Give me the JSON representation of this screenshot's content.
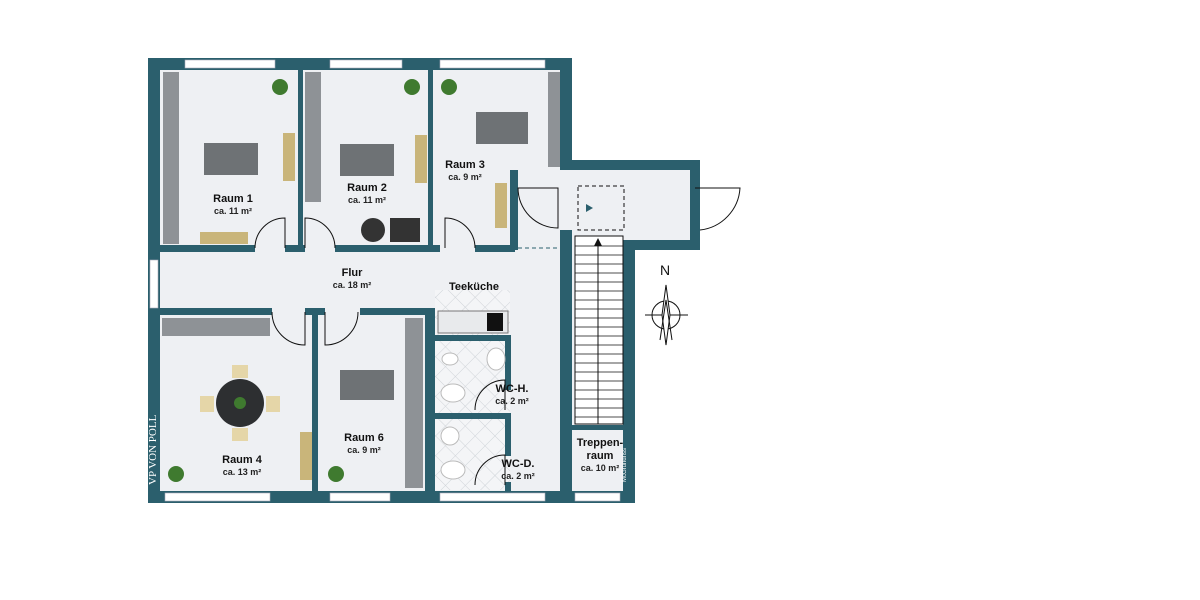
{
  "colors": {
    "wall": "#2b5f6d",
    "floor": "#eef0f3",
    "tile": "#d9dde2",
    "furniture": "#8e9296"
  },
  "rooms": [
    {
      "id": "raum1",
      "name": "Raum 1",
      "area": "ca. 11 m²"
    },
    {
      "id": "raum2",
      "name": "Raum 2",
      "area": "ca. 11 m²"
    },
    {
      "id": "raum3",
      "name": "Raum 3",
      "area": "ca. 9 m²"
    },
    {
      "id": "flur",
      "name": "Flur",
      "area": "ca. 18 m²"
    },
    {
      "id": "teekueche",
      "name": "Teeküche"
    },
    {
      "id": "raum4",
      "name": "Raum 4",
      "area": "ca. 13 m²"
    },
    {
      "id": "raum6",
      "name": "Raum 6",
      "area": "ca. 9 m²"
    },
    {
      "id": "wch",
      "name": "WC-H.",
      "area": "ca. 2 m²"
    },
    {
      "id": "wcd",
      "name": "WC-D.",
      "area": "ca. 2 m²"
    },
    {
      "id": "treppenraum",
      "name_line1": "Treppen-",
      "name_line2": "raum",
      "area": "ca. 10 m²"
    }
  ],
  "compass": {
    "label": "N",
    "icon": "compass-rose-icon"
  },
  "watermark": "McGrundriss",
  "logo": "VP VON POLL"
}
